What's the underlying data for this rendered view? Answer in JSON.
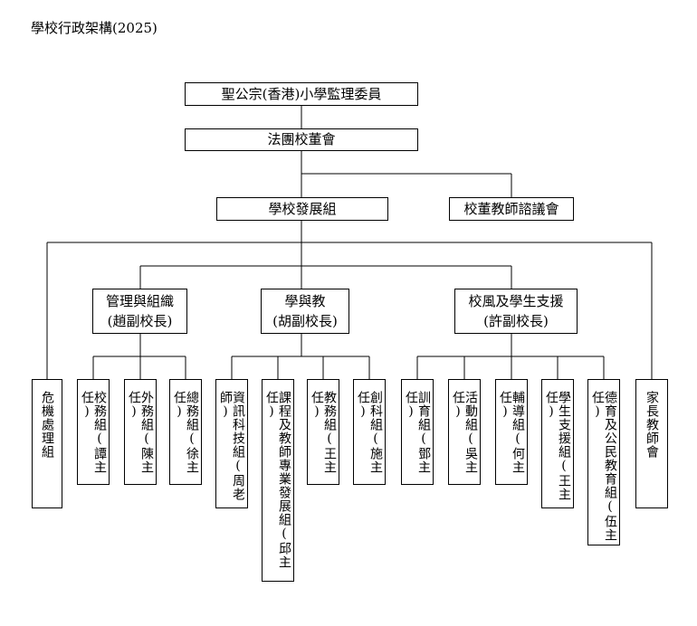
{
  "title": "學校行政架構(2025)",
  "top": {
    "board": "聖公宗(香港)小學監理委員",
    "smc": "法團校董會"
  },
  "middle": {
    "sdg": "學校發展組",
    "teacher_council": "校董教師諮議會"
  },
  "branches": {
    "admin": {
      "line1": "管理與組織",
      "line2": "(趙副校長)"
    },
    "learning": {
      "line1": "學與教",
      "line2": "(胡副校長)"
    },
    "support": {
      "line1": "校風及學生支援",
      "line2": "(許副校長)"
    }
  },
  "units": {
    "crisis": "危機處理組",
    "school_affairs": "校務組(譚主任)",
    "external": "外務組(陳主任)",
    "general": "總務組(徐主任)",
    "it": "資訊科技組(周老師)",
    "curriculum": "課程及教師專業發展組(邱主任)",
    "academic": "教務組(王主任)",
    "stem": "創科組(施主任)",
    "discipline": "訓育組(鄧主任)",
    "activities": "活動組(吳主任)",
    "counselling": "輔導組(何主任)",
    "student_support": "學生支援組(王主任)",
    "moral_civic": "德育及公民教育組(伍主任)",
    "pta": "家長教師會"
  }
}
